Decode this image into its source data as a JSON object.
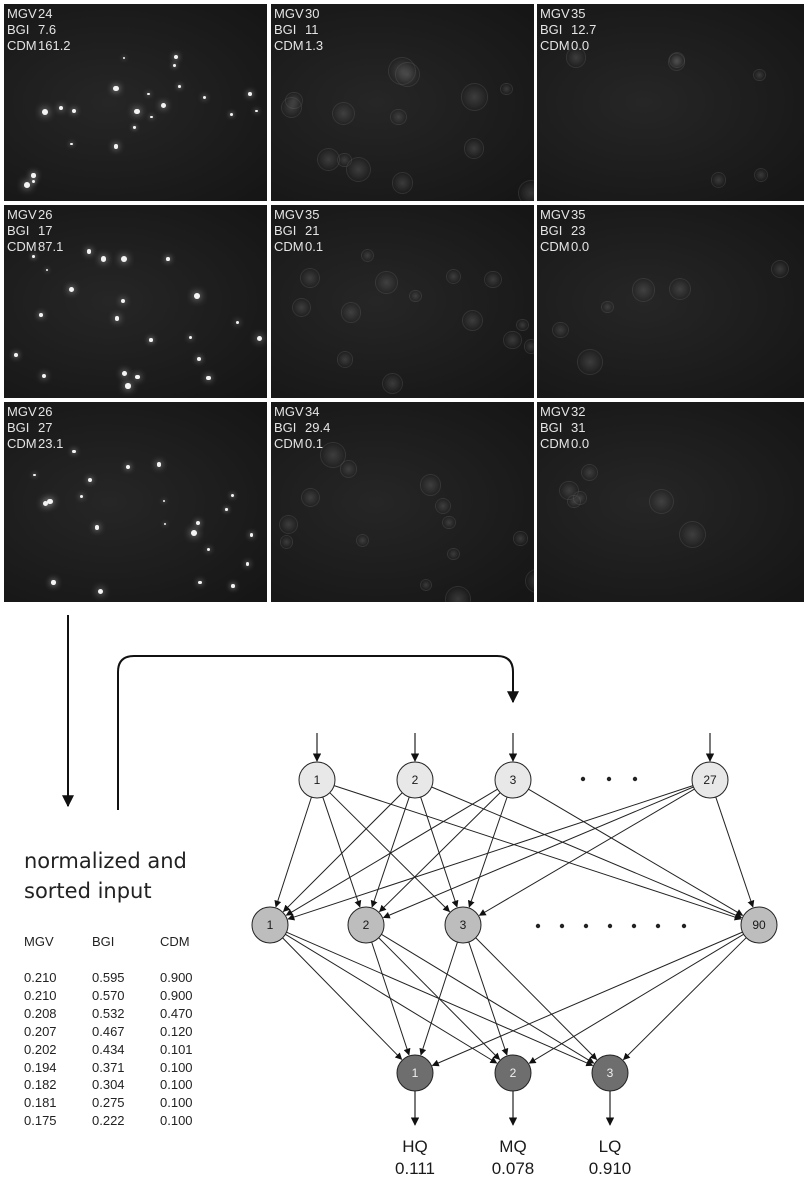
{
  "tiles": [
    {
      "mgv": "24",
      "bgi": "7.6",
      "cdm": "161.2"
    },
    {
      "mgv": "30",
      "bgi": "11",
      "cdm": "1.3"
    },
    {
      "mgv": "35",
      "bgi": "12.7",
      "cdm": "0.0"
    },
    {
      "mgv": "26",
      "bgi": "17",
      "cdm": "87.1"
    },
    {
      "mgv": "35",
      "bgi": "21",
      "cdm": "0.1"
    },
    {
      "mgv": "35",
      "bgi": "23",
      "cdm": "0.0"
    },
    {
      "mgv": "26",
      "bgi": "27",
      "cdm": "23.1"
    },
    {
      "mgv": "34",
      "bgi": "29.4",
      "cdm": "0.1"
    },
    {
      "mgv": "32",
      "bgi": "31",
      "cdm": "0.0"
    }
  ],
  "tile_keys": {
    "mgv": "MGV",
    "bgi": "BGI",
    "cdm": "CDM"
  },
  "input": {
    "title_line1": "normalized and",
    "title_line2": "sorted input",
    "columns": [
      "MGV",
      "BGI",
      "CDM"
    ],
    "rows": [
      [
        "0.210",
        "0.595",
        "0.900"
      ],
      [
        "0.210",
        "0.570",
        "0.900"
      ],
      [
        "0.208",
        "0.532",
        "0.470"
      ],
      [
        "0.207",
        "0.467",
        "0.120"
      ],
      [
        "0.202",
        "0.434",
        "0.101"
      ],
      [
        "0.194",
        "0.371",
        "0.100"
      ],
      [
        "0.182",
        "0.304",
        "0.100"
      ],
      [
        "0.181",
        "0.275",
        "0.100"
      ],
      [
        "0.175",
        "0.222",
        "0.100"
      ]
    ]
  },
  "network": {
    "input_nodes": [
      "1",
      "2",
      "3",
      "27"
    ],
    "hidden_nodes": [
      "1",
      "2",
      "3",
      "90"
    ],
    "output_nodes": [
      "1",
      "2",
      "3"
    ],
    "outputs": [
      {
        "name": "HQ",
        "value": "0.111"
      },
      {
        "name": "MQ",
        "value": "0.078"
      },
      {
        "name": "LQ",
        "value": "0.910"
      }
    ],
    "colors": {
      "input": "#e8e8e8",
      "hidden": "#bdbdbd",
      "output": "#6e6e6e"
    }
  }
}
